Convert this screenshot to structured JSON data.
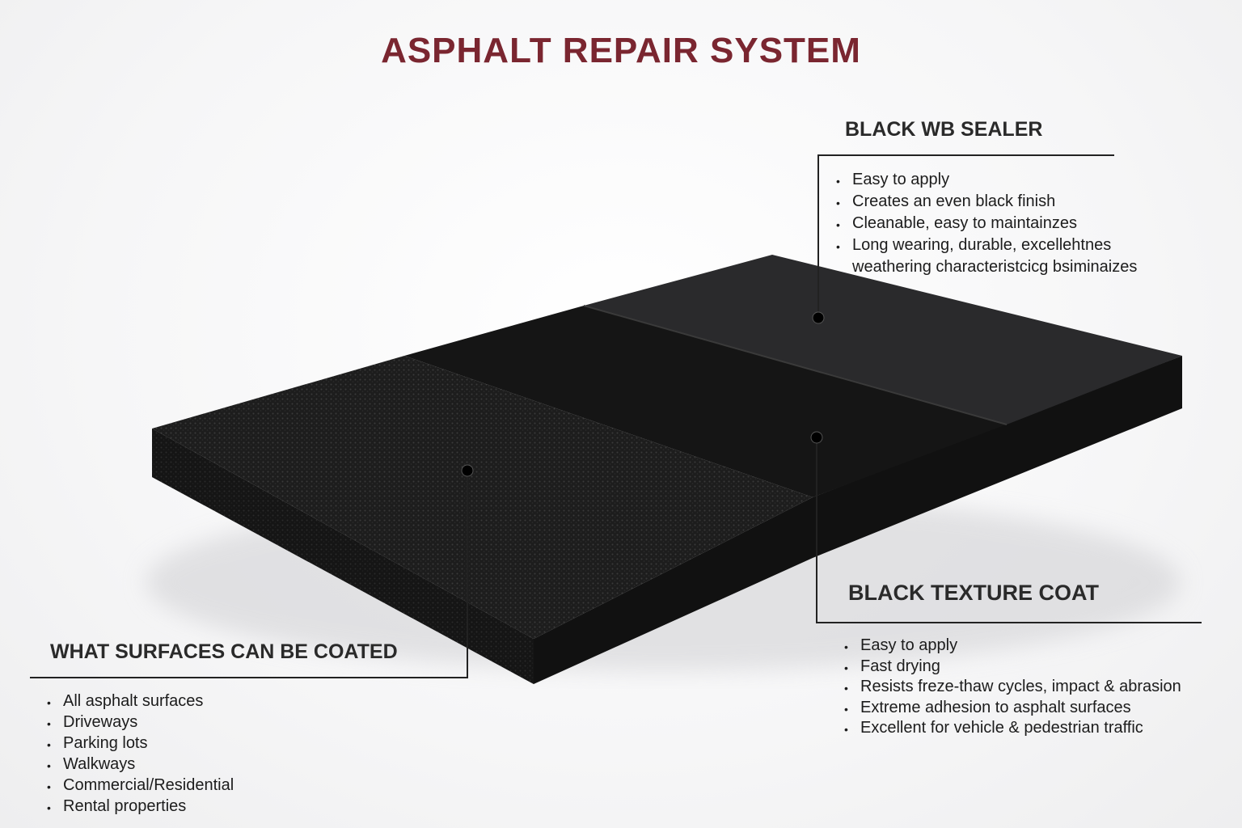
{
  "title": "ASPHALT REPAIR SYSTEM",
  "sealer": {
    "heading": "BLACK WB SEALER",
    "items": [
      "Easy to apply",
      "Creates an even black finish",
      "Cleanable, easy to maintainzes",
      "Long wearing, durable, excellehtnes weathering characteristcicg bsiminaizes"
    ]
  },
  "texture_coat": {
    "heading": "BLACK TEXTURE COAT",
    "items": [
      "Easy to apply",
      "Fast drying",
      "Resists freze-thaw cycles, impact & abrasion",
      "Extreme adhesion to asphalt surfaces",
      "Excellent for vehicle & pedestrian traffic"
    ]
  },
  "surfaces": {
    "heading": "WHAT SURFACES CAN BE COATED",
    "items": [
      "All asphalt surfaces",
      "Driveways",
      "Parking lots",
      "Walkways",
      "Commercial/Residential",
      "Rental properties"
    ]
  },
  "colors": {
    "title": "#7a2630",
    "slab": "#1a1a1a"
  }
}
